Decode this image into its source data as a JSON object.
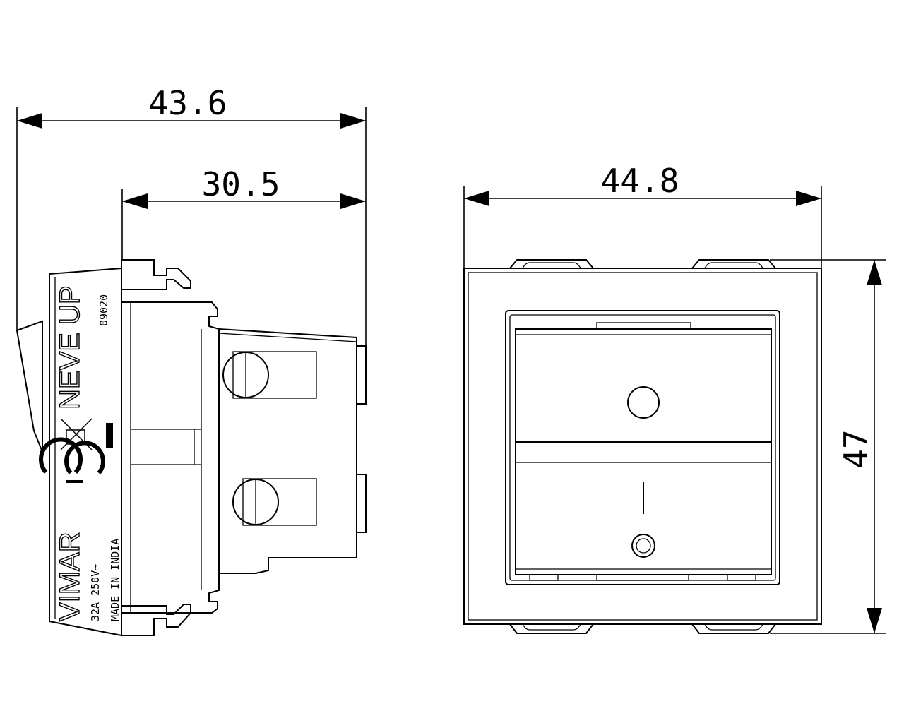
{
  "dimensions": {
    "overall_depth": "43.6",
    "body_depth": "30.5",
    "front_width": "44.8",
    "front_height": "47"
  },
  "side_markings": {
    "brand": "VIMAR",
    "series": "NEVE UP",
    "code": "09020",
    "rating": "32A 250V~",
    "origin": "MADE IN INDIA",
    "cert": "CE"
  },
  "icons": [
    "weee-bin-icon",
    "ce-mark-icon"
  ]
}
